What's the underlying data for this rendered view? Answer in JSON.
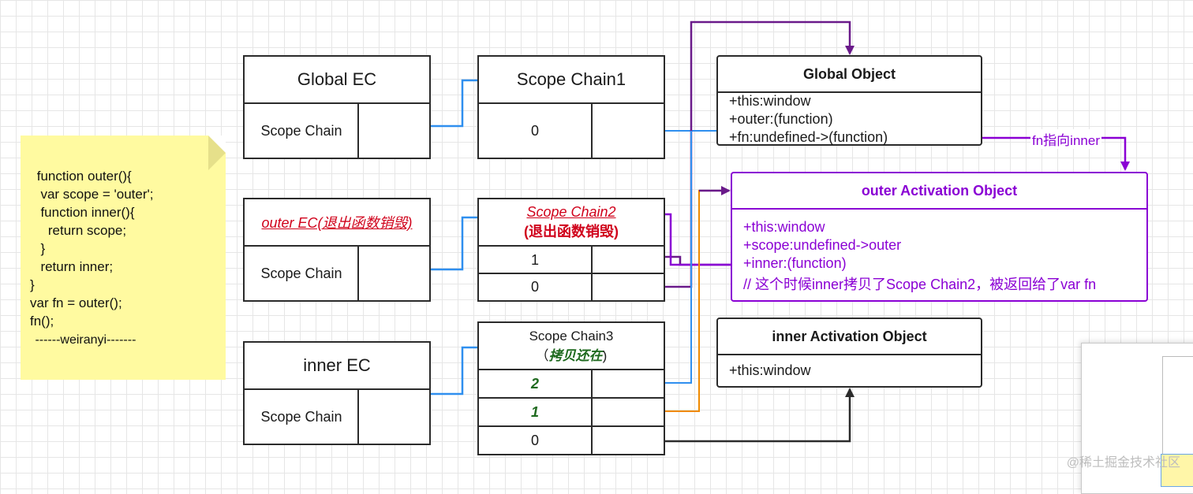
{
  "code_note": {
    "lines": [
      " function outer(){",
      "  var scope = 'outer';",
      "  function inner(){",
      "    return scope;",
      "  }",
      "  return inner;",
      "}",
      "var fn = outer();",
      "fn();",
      " ------weiranyi-------"
    ]
  },
  "global_ec": {
    "title": "Global EC",
    "slot": "Scope Chain"
  },
  "outer_ec": {
    "title": "outer EC(退出函数销毁)",
    "slot": "Scope Chain"
  },
  "inner_ec": {
    "title": "inner EC",
    "slot": "Scope Chain"
  },
  "scope_chain1": {
    "title": "Scope Chain1",
    "rows": [
      "0"
    ]
  },
  "scope_chain2": {
    "title": "Scope Chain2",
    "subtitle": "(退出函数销毁)",
    "rows": [
      "1",
      "0"
    ]
  },
  "scope_chain3": {
    "title": "Scope Chain3",
    "subtitle_open": "（",
    "subtitle": "拷贝还在",
    "subtitle_close": ")",
    "rows": [
      "2",
      "1",
      "0"
    ]
  },
  "global_object": {
    "title": "Global Object",
    "props": [
      "+this:window",
      "+outer:(function)",
      "+fn:undefined->(function)"
    ]
  },
  "outer_ao": {
    "title": "outer Activation Object",
    "props": [
      "+this:window",
      "+scope:undefined->outer",
      "+inner:(function)",
      "// 这个时候inner拷贝了Scope Chain2，被返回给了var fn"
    ]
  },
  "inner_ao": {
    "title": "inner Activation Object",
    "props": [
      "+this:window"
    ]
  },
  "edge_label": "fn指向inner",
  "watermark": "@稀土掘金技术社区",
  "colors": {
    "blue_arrow": "#2f8fef",
    "purple": "#8a00d4",
    "dark_purple": "#6a1a8a",
    "orange": "#f08a00",
    "dark": "#2b2b2b",
    "note_yellow": "#fffaa0",
    "red": "#d0021b",
    "green": "#1f6a1f"
  }
}
